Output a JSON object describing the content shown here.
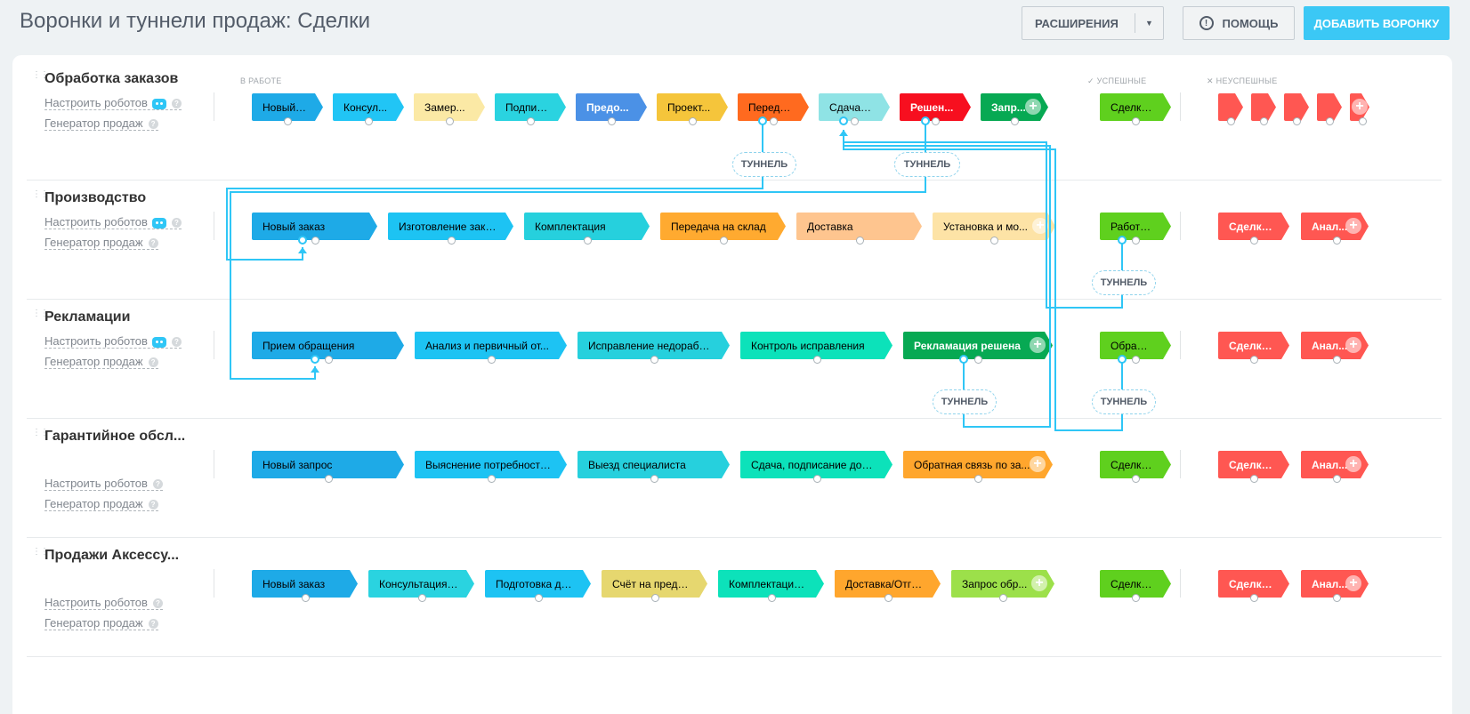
{
  "header": {
    "title": "Воронки и туннели продаж: Сделки",
    "extensions_label": "РАСШИРЕНИЯ",
    "help_label": "ПОМОЩЬ",
    "add_funnel_label": "ДОБАВИТЬ ВОРОНКУ"
  },
  "columns": {
    "in_work": "В РАБОТЕ",
    "success": "УСПЕШНЫЕ",
    "fail": "НЕУСПЕШНЫЕ"
  },
  "links": {
    "robots": "Настроить роботов",
    "generator": "Генератор продаж"
  },
  "tunnel_label": "ТУННЕЛЬ",
  "colors": {
    "accent": "#2fc6f6",
    "add_button": "#3bc8f5",
    "success": "#5fd01e",
    "fail": "#ff5752"
  },
  "funnels": [
    {
      "title": "Обработка заказов",
      "stages": [
        {
          "label": "Новый ...",
          "color": "#1eaae7",
          "text": "#000"
        },
        {
          "label": "Консул...",
          "color": "#21c5f5",
          "text": "#000"
        },
        {
          "label": "Замер...",
          "color": "#fbe9a5",
          "text": "#000"
        },
        {
          "label": "Подпис...",
          "color": "#2ad3e0",
          "text": "#000"
        },
        {
          "label": "Предо...",
          "color": "#4b91e6",
          "text": "#fff"
        },
        {
          "label": "Проект...",
          "color": "#f5c53b",
          "text": "#000"
        },
        {
          "label": "Переда...",
          "color": "#ff6a1f",
          "text": "#000"
        },
        {
          "label": "Сдача, ...",
          "color": "#8fe3e5",
          "text": "#000"
        },
        {
          "label": "Решен...",
          "color": "#f70f1f",
          "text": "#fff"
        },
        {
          "label": "Запр...",
          "color": "#07a953",
          "text": "#fff"
        }
      ],
      "success": "Сделка ...",
      "fails": [
        "",
        "",
        "",
        "",
        ""
      ]
    },
    {
      "title": "Производство",
      "stages": [
        {
          "label": "Новый заказ",
          "color": "#1eaae7",
          "text": "#000"
        },
        {
          "label": "Изготовление зака...",
          "color": "#1dc3f3",
          "text": "#000"
        },
        {
          "label": "Комплектация",
          "color": "#26d0dd",
          "text": "#000"
        },
        {
          "label": "Передача на склад",
          "color": "#ffaa30",
          "text": "#000"
        },
        {
          "label": "Доставка",
          "color": "#fec58f",
          "text": "#000"
        },
        {
          "label": "Установка и мо...",
          "color": "#fde3a6",
          "text": "#000"
        }
      ],
      "success": "Работы ...",
      "fails": [
        "Сделка ...",
        "Анал..."
      ]
    },
    {
      "title": "Рекламации",
      "stages": [
        {
          "label": "Прием обращения",
          "color": "#1eaae7",
          "text": "#000"
        },
        {
          "label": "Анализ и первичный от...",
          "color": "#1dc3f3",
          "text": "#000"
        },
        {
          "label": "Исправление недоработ...",
          "color": "#26d0dd",
          "text": "#000"
        },
        {
          "label": "Контроль исправления",
          "color": "#0ce2ba",
          "text": "#000"
        },
        {
          "label": "Рекламация решена",
          "color": "#07a953",
          "text": "#fff"
        }
      ],
      "success": "Обраще...",
      "fails": [
        "Сделка ...",
        "Анал..."
      ]
    },
    {
      "title": "Гарантийное обсл...",
      "stages": [
        {
          "label": "Новый запрос",
          "color": "#1eaae7",
          "text": "#000"
        },
        {
          "label": "Выяснение потребностей",
          "color": "#1dc3f3",
          "text": "#000"
        },
        {
          "label": "Выезд специалиста",
          "color": "#26d0dd",
          "text": "#000"
        },
        {
          "label": "Сдача, подписание доку...",
          "color": "#0ce2ba",
          "text": "#000"
        },
        {
          "label": "Обратная связь по за...",
          "color": "#ffa62d",
          "text": "#000"
        }
      ],
      "success": "Сделка ...",
      "fails": [
        "Сделка ...",
        "Анал..."
      ]
    },
    {
      "title": "Продажи Аксессу...",
      "stages": [
        {
          "label": "Новый заказ",
          "color": "#1eaae7",
          "text": "#000"
        },
        {
          "label": "Консультация ...",
          "color": "#2ad3e0",
          "text": "#000"
        },
        {
          "label": "Подготовка до...",
          "color": "#1dc3f3",
          "text": "#000"
        },
        {
          "label": "Счёт на предо...",
          "color": "#e6d76f",
          "text": "#000"
        },
        {
          "label": "Комплектация...",
          "color": "#0ce2ba",
          "text": "#000"
        },
        {
          "label": "Доставка/Отгр...",
          "color": "#ffa62d",
          "text": "#000"
        },
        {
          "label": "Запрос обр...",
          "color": "#9ce04a",
          "text": "#000"
        }
      ],
      "success": "Сделка ...",
      "fails": [
        "Сделка ...",
        "Анал..."
      ]
    }
  ]
}
